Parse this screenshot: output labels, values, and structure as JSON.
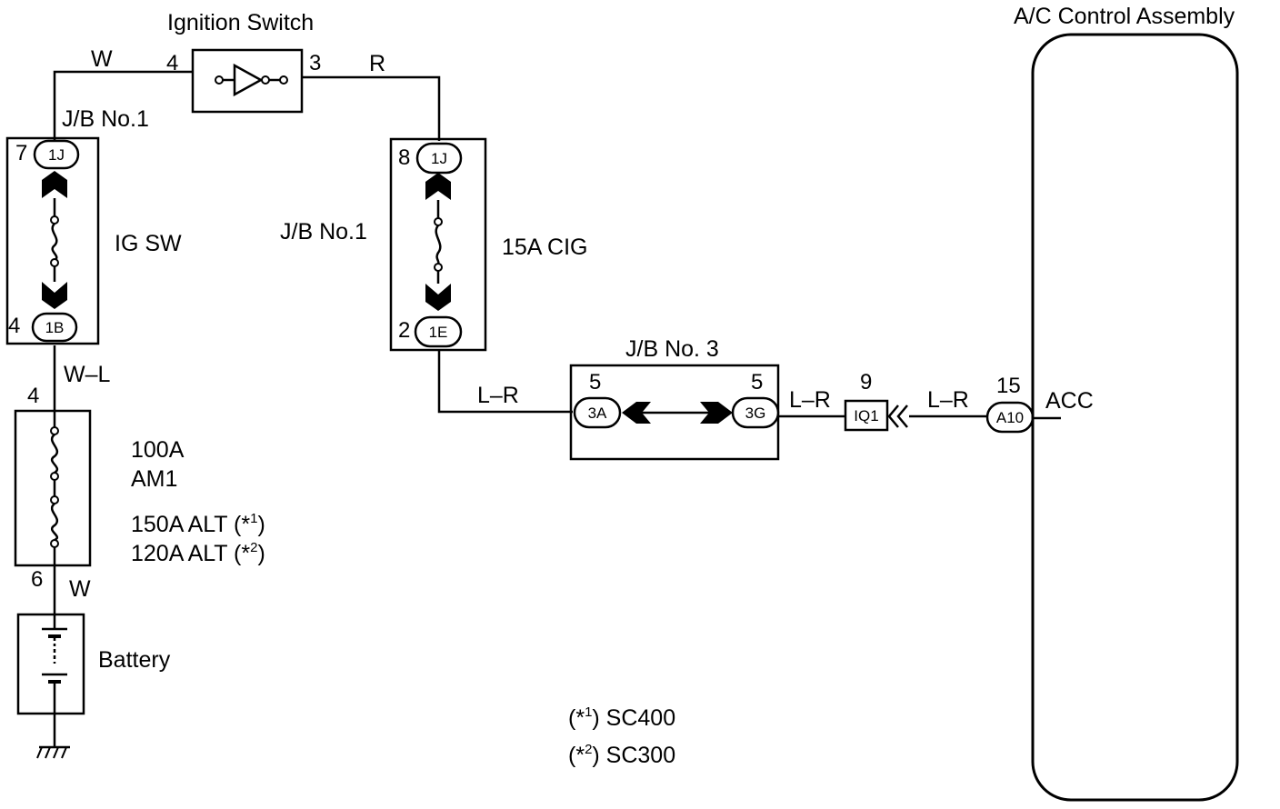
{
  "labels": {
    "ignition_switch": "Ignition Switch",
    "ac_control": "A/C Control Assembly",
    "jb1_left": "J/B No.1",
    "jb1_mid": "J/B No.1",
    "jb3": "J/B No. 3",
    "ig_sw": "IG SW",
    "cig": "15A CIG",
    "am1_a": "100A",
    "am1_b": "AM1",
    "alt1": "150A ALT (*",
    "alt1_sup": "1",
    "alt1_end": ")",
    "alt2": "120A ALT (*",
    "alt2_sup": "2",
    "alt2_end": ")",
    "battery": "Battery",
    "acc": "ACC",
    "note1_open": "(*",
    "note1_sup": "1",
    "note1_text": ") SC400",
    "note2_open": "(*",
    "note2_sup": "2",
    "note2_text": ") SC300"
  },
  "wires": {
    "w_top": "W",
    "r_top": "R",
    "w_l": "W–L",
    "w_bottom": "W",
    "l_r_1": "L–R",
    "l_r_2": "L–R",
    "l_r_3": "L–R"
  },
  "pins": {
    "ign_4": "4",
    "ign_3": "3",
    "jb1l_7": "7",
    "jb1l_4": "4",
    "am1_4": "4",
    "am1_6": "6",
    "jb1m_8": "8",
    "jb1m_2": "2",
    "jb3_5a": "5",
    "jb3_5b": "5",
    "iq1_9": "9",
    "a10_15": "15"
  },
  "connectors": {
    "c1j_left": "1J",
    "c1b": "1B",
    "c1j_mid": "1J",
    "c1e": "1E",
    "c3a": "3A",
    "c3g": "3G",
    "iq1": "IQ1",
    "a10": "A10"
  }
}
